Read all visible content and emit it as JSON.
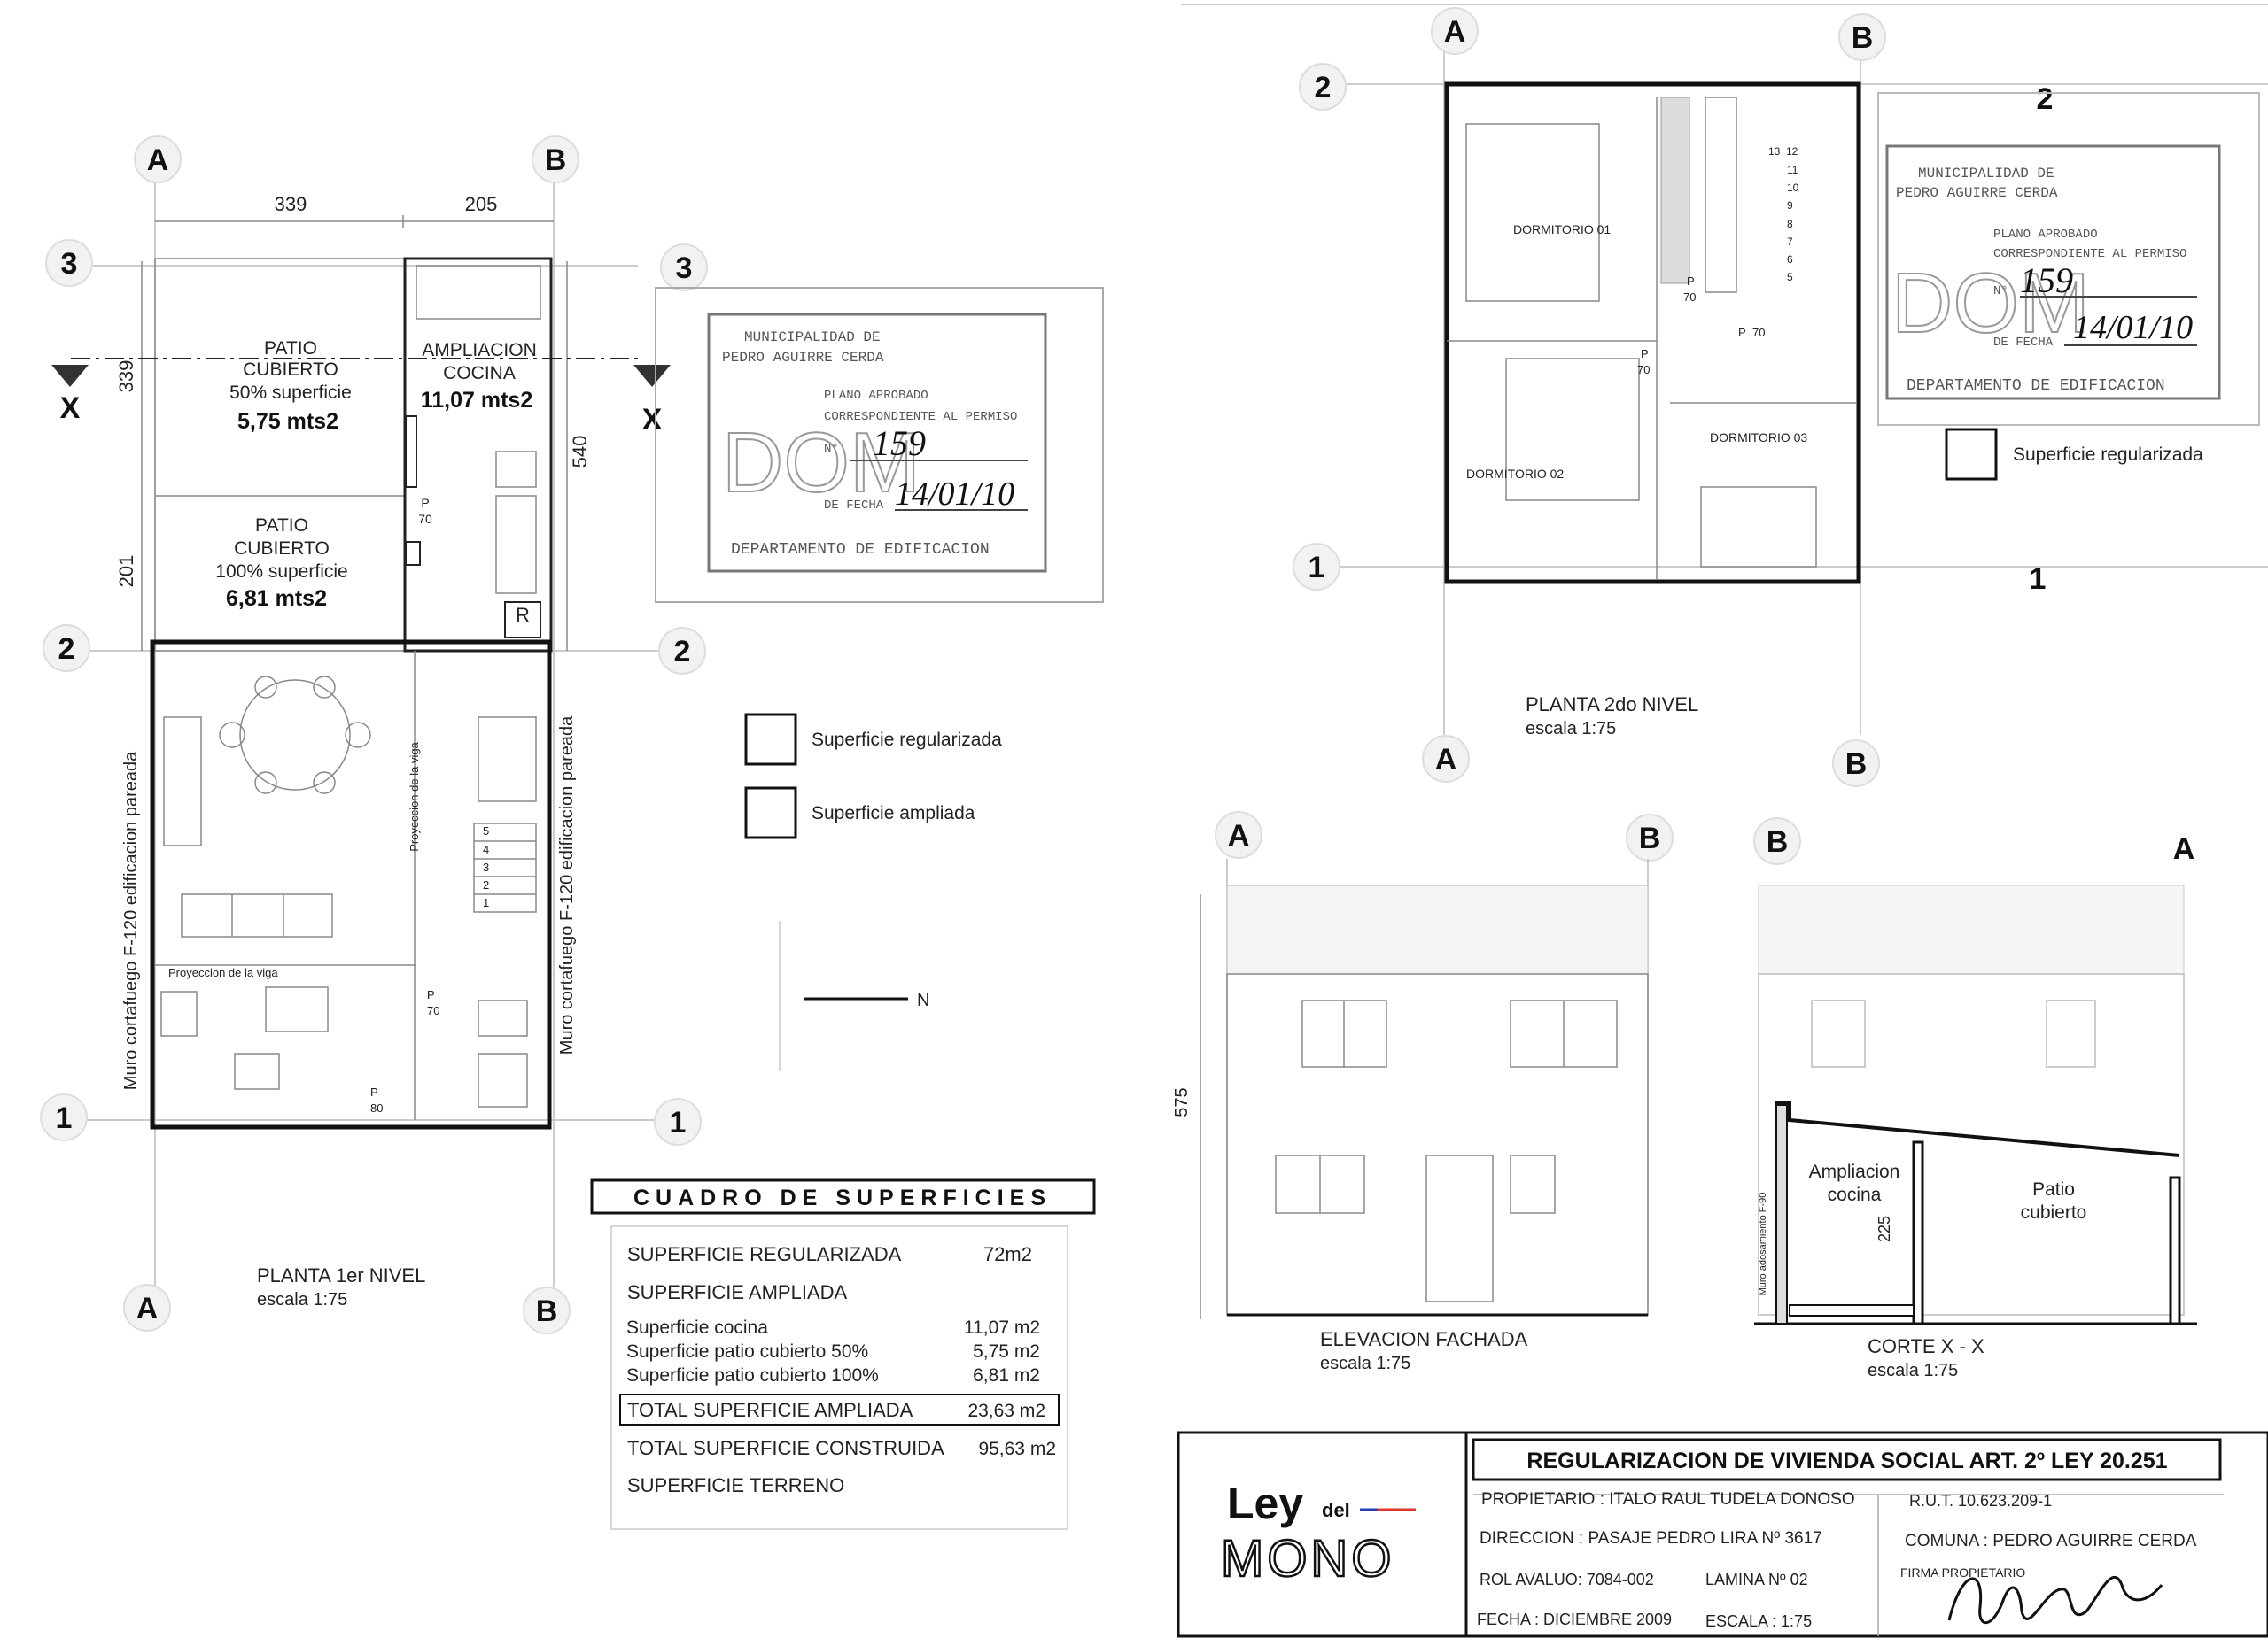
{
  "grid_labels": {
    "a": "A",
    "b": "B",
    "n1": "1",
    "n2": "2",
    "n3": "3",
    "x": "X"
  },
  "plan1": {
    "dims": {
      "w_a": "339",
      "w_b": "205",
      "h_top": "339",
      "h_bottom": "201",
      "h_total": "540"
    },
    "patio50": {
      "l1": "PATIO",
      "l2": "CUBIERTO",
      "l3": "50% superficie",
      "area": "5,75 mts2"
    },
    "patio100": {
      "l1": "PATIO",
      "l2": "CUBIERTO",
      "l3": "100% superficie",
      "area": "6,81 mts2"
    },
    "cocina": {
      "l1": "AMPLIACION",
      "l2": "COCINA",
      "area": "11,07 mts2"
    },
    "wall_left": "Muro cortafuego F-120 edificacion pareada",
    "wall_right": "Muro cortafuego F-120 edificacion pareada",
    "viga_v": "Proyeccion de la viga",
    "viga_h": "Proyeccion de la viga",
    "door_p": "P",
    "door_70": "70",
    "door_80": "80",
    "r_label": "R",
    "stairs": [
      "5",
      "4",
      "3",
      "2",
      "1"
    ],
    "title": "PLANTA 1er NIVEL",
    "scale": "escala 1:75"
  },
  "stamp": {
    "l1": "MUNICIPALIDAD DE",
    "l2": "PEDRO AGUIRRE CERDA",
    "dom": "DOM",
    "l3": "PLANO APROBADO",
    "l4": "CORRESPONDIENTE AL PERMISO",
    "n_label": "N°",
    "number": "159",
    "date_label": "DE FECHA",
    "date": "14/01/10",
    "date2": "14/01/10",
    "dept": "DEPARTAMENTO DE EDIFICACION"
  },
  "legend": {
    "regularizada": "Superficie regularizada",
    "ampliada": "Superficie ampliada"
  },
  "north": "N",
  "cuadro": {
    "title": "CUADRO DE SUPERFICIES",
    "reg_label": "SUPERFICIE REGULARIZADA",
    "reg_value": "72m2",
    "amp_label": "SUPERFICIE AMPLIADA",
    "coc_label": "Superficie cocina",
    "coc_value": "11,07 m2",
    "p50_label": "Superficie patio cubierto 50%",
    "p50_value": "5,75 m2",
    "p100_label": "Superficie patio cubierto 100%",
    "p100_value": "6,81 m2",
    "tot_amp_label": "TOTAL SUPERFICIE AMPLIADA",
    "tot_amp_value": "23,63 m2",
    "tot_con_label": "TOTAL SUPERFICIE CONSTRUIDA",
    "tot_con_value": "95,63 m2",
    "terreno_label": "SUPERFICIE TERRENO"
  },
  "plan2": {
    "d1": "DORMITORIO 01",
    "d2": "DORMITORIO 02",
    "d3": "DORMITORIO 03",
    "stairs": [
      "13",
      "12",
      "11",
      "10",
      "9",
      "8",
      "7",
      "6",
      "5"
    ],
    "title": "PLANTA 2do NIVEL",
    "scale": "escala 1:75"
  },
  "fachada": {
    "dim": "575",
    "title": "ELEVACION FACHADA",
    "scale": "escala 1:75"
  },
  "corte": {
    "amp1": "Ampliacion",
    "amp2": "cocina",
    "pat1": "Patio",
    "pat2": "cubierto",
    "dim": "225",
    "wall": "Muro adosamiento F-90",
    "title": "CORTE  X - X",
    "scale": "escala 1:75"
  },
  "logo": {
    "ley": "Ley",
    "del": "del",
    "mono": "MONO"
  },
  "title_block": {
    "title": "REGULARIZACION DE VIVIENDA SOCIAL ART. 2º LEY 20.251",
    "propietario": "PROPIETARIO : ITALO RAUL TUDELA DONOSO",
    "rut": "R.U.T. 10.623.209-1",
    "direccion": "DIRECCION : PASAJE PEDRO LIRA Nº 3617",
    "comuna": "COMUNA : PEDRO AGUIRRE CERDA",
    "rol": "ROL AVALUO: 7084-002",
    "lamina": "LAMINA   Nº 02",
    "firma": "FIRMA PROPIETARIO",
    "fecha": "FECHA : DICIEMBRE 2009",
    "escala": "ESCALA : 1:75"
  }
}
